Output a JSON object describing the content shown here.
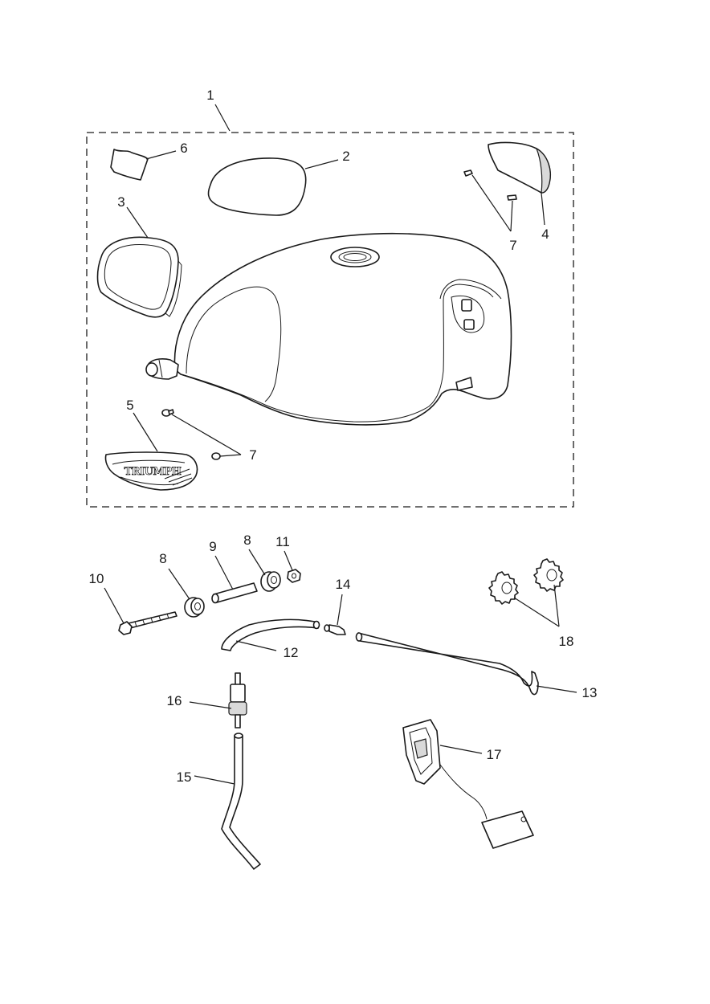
{
  "callouts": [
    {
      "label": "1"
    },
    {
      "label": "2"
    },
    {
      "label": "3"
    },
    {
      "label": "4"
    },
    {
      "label": "5"
    },
    {
      "label": "6"
    },
    {
      "label": "7"
    },
    {
      "label": "7"
    },
    {
      "label": "8"
    },
    {
      "label": "8"
    },
    {
      "label": "9"
    },
    {
      "label": "10"
    },
    {
      "label": "11"
    },
    {
      "label": "12"
    },
    {
      "label": "13"
    },
    {
      "label": "14"
    },
    {
      "label": "15"
    },
    {
      "label": "16"
    },
    {
      "label": "17"
    },
    {
      "label": "18"
    }
  ],
  "badge_logo_text": "TRIUMPH",
  "colors": {
    "line": "#1a1a1a",
    "background": "#ffffff",
    "shade": "#d9d9d9"
  }
}
